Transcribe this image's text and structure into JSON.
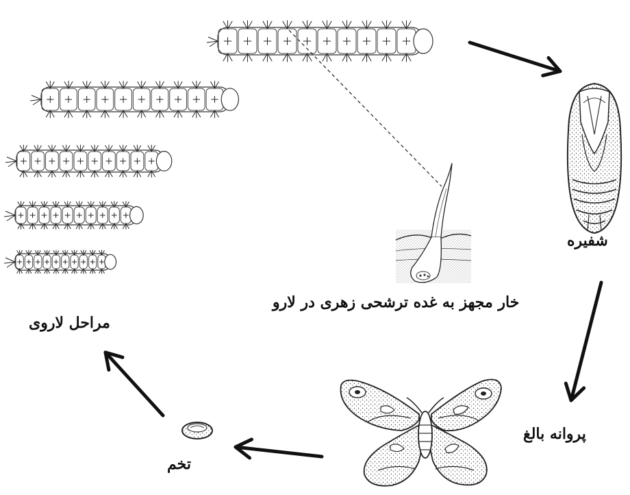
{
  "labels": {
    "pupa": "شفیره",
    "spine": "خار مجهز به غده ترشحی زهری در لارو",
    "larval_stages": "مراحل لاروی",
    "adult": "پروانه بالغ",
    "egg": "تخم"
  },
  "diagram": {
    "stages": [
      "larva",
      "pupa",
      "adult",
      "egg"
    ],
    "larva_count": 5,
    "arrow_color": "#111111",
    "line_color": "#222222"
  }
}
